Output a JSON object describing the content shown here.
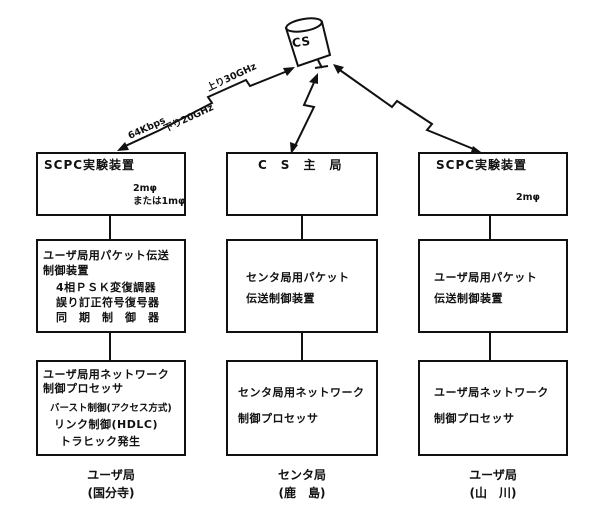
{
  "satellite": {
    "label": "CS"
  },
  "uplink": {
    "up": "上り30GHz",
    "down": "下り20GHz",
    "rate": "64Kbps"
  },
  "stations": [
    {
      "header": "SCPC実験装置",
      "antenna": [
        "2mφ",
        "または1mφ"
      ],
      "packet": [
        "ユーザ局用パケット伝送",
        "制御装置",
        "4相ＰＳＫ変復調器",
        "誤り訂正符号復号器",
        "同　期　制　御　器"
      ],
      "network": [
        "ユーザ局用ネットワーク",
        "制御プロセッサ",
        "バースト制御(アクセス方式)",
        "リンク制御(HDLC)",
        "トラヒック発生"
      ],
      "caption": [
        "ユーザ局",
        "(国分寺)"
      ]
    },
    {
      "header": "C　S　主　局",
      "antenna": [],
      "packet": [
        "センタ局用パケット",
        "伝送制御装置"
      ],
      "network": [
        "センタ局用ネットワーク",
        "制御プロセッサ"
      ],
      "caption": [
        "センタ局",
        "(鹿　島)"
      ]
    },
    {
      "header": "SCPC実験装置",
      "antenna": [
        "2mφ"
      ],
      "packet": [
        "ユーザ局用パケット",
        "伝送制御装置"
      ],
      "network": [
        "ユーザ局ネットワーク",
        "制御プロセッサ"
      ],
      "caption": [
        "ユーザ局",
        "(山　川)"
      ]
    }
  ]
}
